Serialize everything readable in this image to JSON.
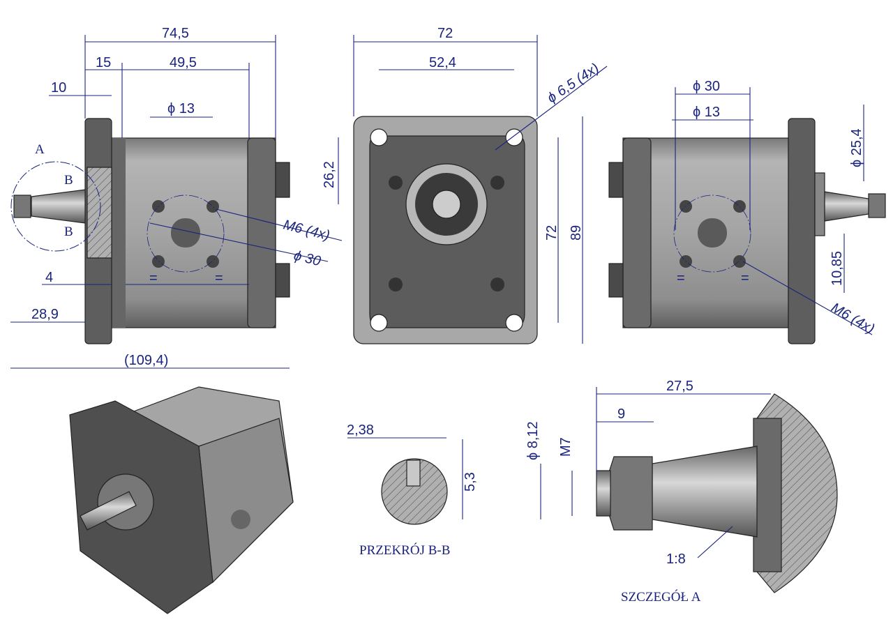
{
  "title": "Gear pump technical drawing",
  "colors": {
    "dimension": "#1a237e",
    "body": "#9c9c9c",
    "flange": "#5e5e5e"
  },
  "left_view": {
    "dims": {
      "total_length": "74,5",
      "flange_offset": "15",
      "body_length": "49,5",
      "flange_thickness": "10",
      "port_diameter": "ϕ 13",
      "thread": "M6 (4x)",
      "port_circle": "ϕ 30",
      "shaft_offset": "4",
      "shaft_length": "28,9",
      "overall_length": "(109,4)",
      "equal_1": "=",
      "equal_2": "="
    },
    "labels": {
      "detail": "A",
      "section_top": "B",
      "section_bottom": "B"
    }
  },
  "front_view": {
    "dims": {
      "width": "72",
      "bolt_spacing": "52,4",
      "hole": "ϕ 6,5 (4x)",
      "center_height": "26,2",
      "bolt_spacing_v": "72",
      "height": "89"
    }
  },
  "right_view": {
    "dims": {
      "port_circle": "ϕ 30",
      "port_diameter": "ϕ 13",
      "pilot_diameter": "ϕ 25,4",
      "offset": "10,85",
      "thread": "M6 (4x)",
      "equal_1": "=",
      "equal_2": "="
    }
  },
  "section_bb": {
    "key_width": "2,38",
    "key_height": "5,3",
    "caption": "PRZEKRÓJ B-B"
  },
  "detail_a": {
    "length": "27,5",
    "thread_length": "9",
    "diameter": "ϕ 8,12",
    "thread": "M7",
    "taper": "1:8",
    "caption": "SZCZEGÓŁ A"
  }
}
